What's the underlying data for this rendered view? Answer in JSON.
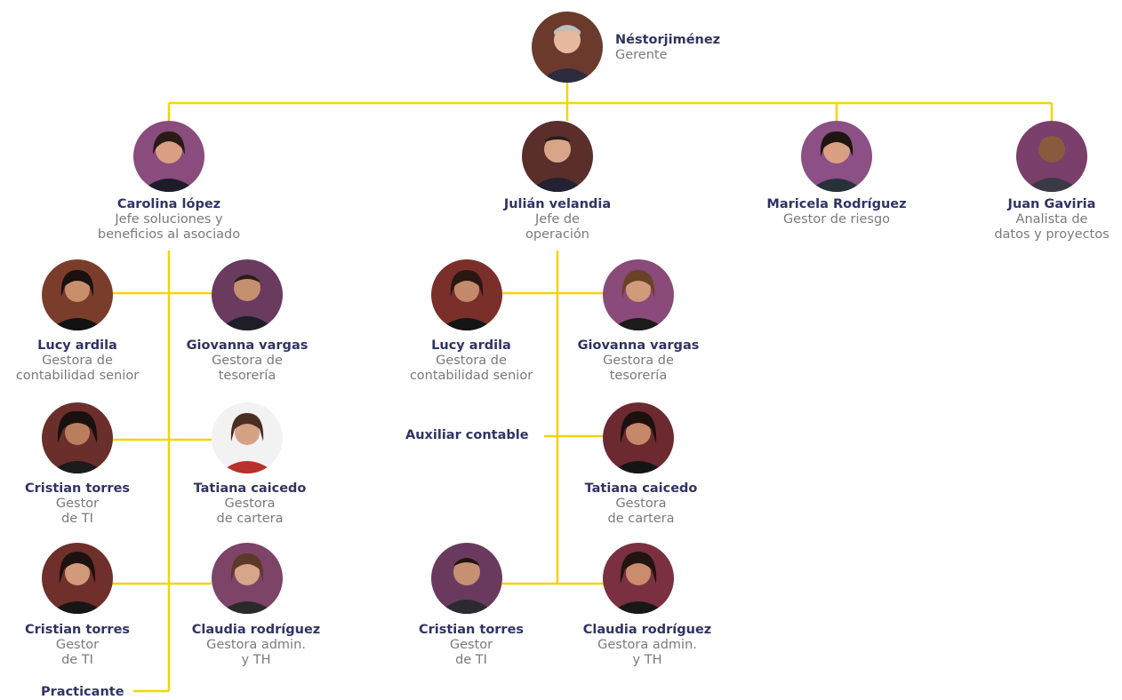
{
  "colors": {
    "connector": "#f5d40a",
    "name": "#2f3464",
    "role": "#7a7a7a"
  },
  "manager": {
    "name": "Néstorjiménez",
    "role": "Gerente"
  },
  "level2": [
    {
      "name": "Carolina lópez",
      "role1": "Jefe soluciones y",
      "role2": "beneficios al asociado"
    },
    {
      "name": "Julián velandia",
      "role1": "Jefe de",
      "role2": "operación"
    },
    {
      "name": "Maricela Rodríguez",
      "role1": "Gestor de riesgo",
      "role2": ""
    },
    {
      "name": "Juan Gaviria",
      "role1": "Analista de",
      "role2": "datos y proyectos"
    }
  ],
  "left_team": [
    {
      "name": "Lucy ardila",
      "role1": "Gestora de",
      "role2": "contabilidad senior"
    },
    {
      "name": "Giovanna vargas",
      "role1": "Gestora de",
      "role2": "tesorería"
    },
    {
      "name": "Cristian torres",
      "role1": "Gestor",
      "role2": "de TI"
    },
    {
      "name": "Tatiana caicedo",
      "role1": "Gestora",
      "role2": "de cartera"
    },
    {
      "name": "Cristian torres",
      "role1": "Gestor",
      "role2": "de TI"
    },
    {
      "name": "Claudia rodríguez",
      "role1": "Gestora admin.",
      "role2": "y TH"
    }
  ],
  "left_extra": "Practicante",
  "middle_team": [
    {
      "name": "Lucy ardila",
      "role1": "Gestora de",
      "role2": "contabilidad senior"
    },
    {
      "name": "Giovanna vargas",
      "role1": "Gestora de",
      "role2": "tesorería"
    },
    {
      "name": "Tatiana caicedo",
      "role1": "Gestora",
      "role2": "de cartera"
    },
    {
      "name": "Cristian torres",
      "role1": "Gestor",
      "role2": "de TI"
    },
    {
      "name": "Claudia rodríguez",
      "role1": "Gestora admin.",
      "role2": "y TH"
    }
  ],
  "middle_extra": "Auxiliar contable"
}
